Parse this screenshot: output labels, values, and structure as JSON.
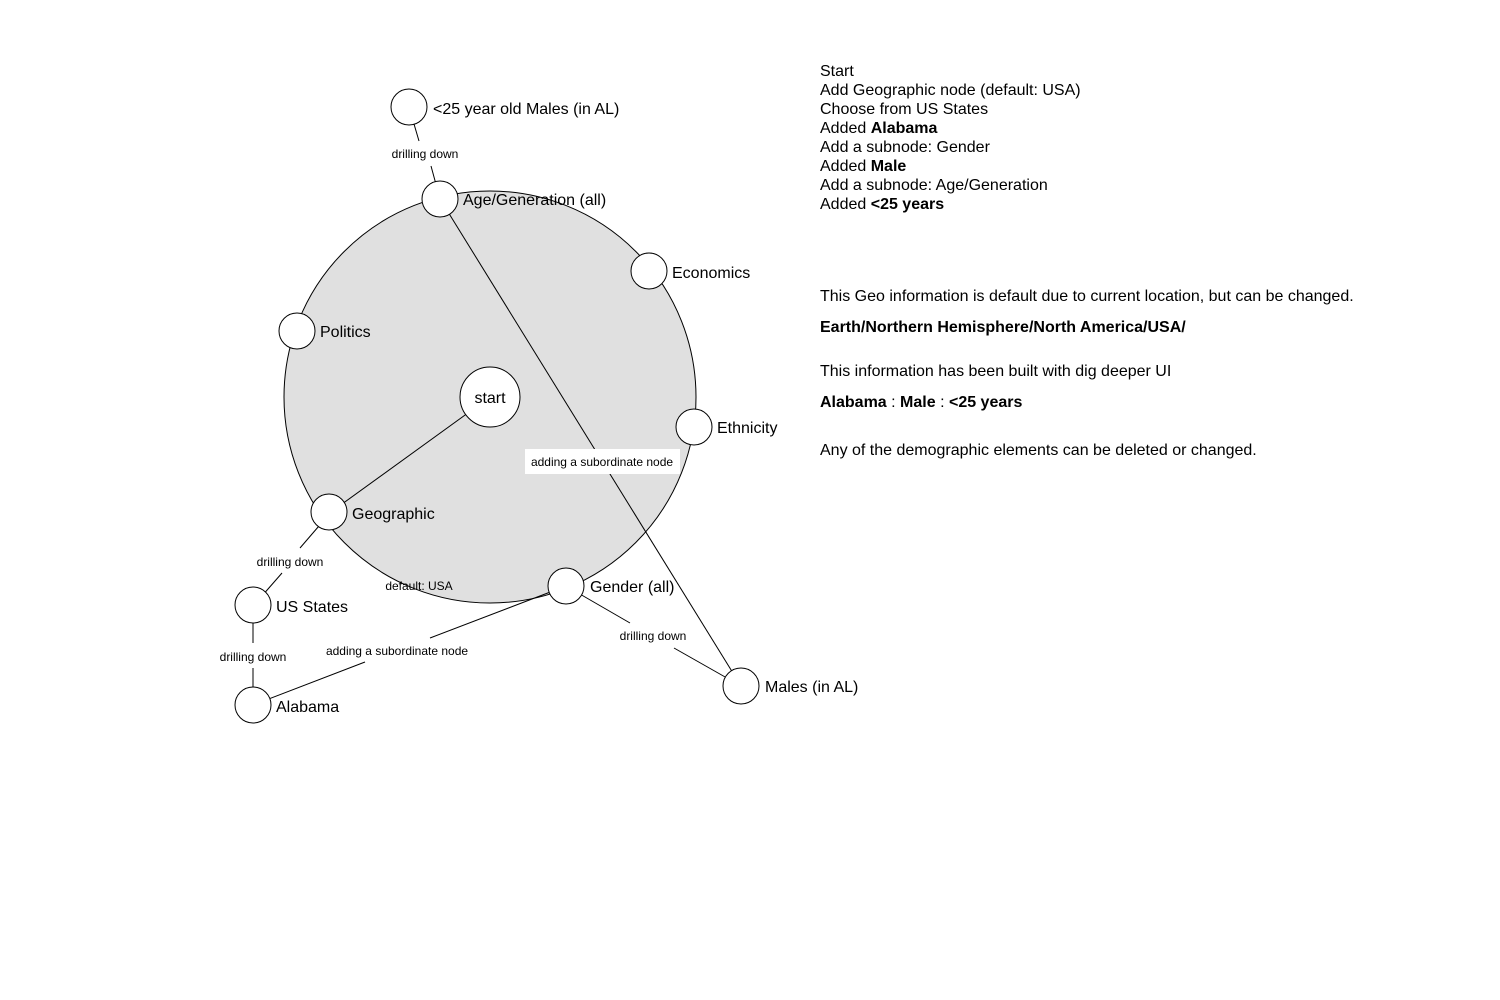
{
  "diagram": {
    "nodes": {
      "start": "start",
      "age_generation": "Age/Generation (all)",
      "economics": "Economics",
      "politics": "Politics",
      "ethnicity": "Ethnicity",
      "geographic": "Geographic",
      "gender": "Gender (all)",
      "us_states": "US States",
      "alabama": "Alabama",
      "males_al": "Males (in AL)",
      "under25_males": "<25 year old Males (in AL)"
    },
    "edge_labels": {
      "drill_age": "drilling down",
      "drill_geo": "drilling down",
      "drill_states": "drilling down",
      "drill_gender": "drilling down",
      "subnode_age": "adding a subordinate node",
      "subnode_gender": "adding a subordinate node",
      "default_usa": "default: USA"
    },
    "colors": {
      "circle_fill": "#e0e0e0",
      "stroke": "#000000",
      "node_fill": "#ffffff"
    }
  },
  "steps": [
    {
      "text": "Start"
    },
    {
      "text": "Add Geographic node (default: USA)"
    },
    {
      "text": "Choose from US States"
    },
    {
      "prefix": "Added ",
      "bold": "Alabama"
    },
    {
      "text": "Add a subnode: Gender"
    },
    {
      "prefix": "Added ",
      "bold": "Male"
    },
    {
      "text": "Add a subnode: Age/Generation"
    },
    {
      "prefix": "Added ",
      "bold": "<25 years"
    }
  ],
  "notes": {
    "geo_info": "This Geo information is default due to current location, but can be changed.",
    "geo_path": "Earth/Northern Hemisphere/North America/USA/",
    "built_info": "This information has been built with dig deeper UI",
    "built_path": {
      "a": "Alabama",
      "sep1": " : ",
      "b": "Male",
      "sep2": " : ",
      "c": "<25 years"
    },
    "edit_info": "Any of the demographic elements can be deleted or changed."
  }
}
